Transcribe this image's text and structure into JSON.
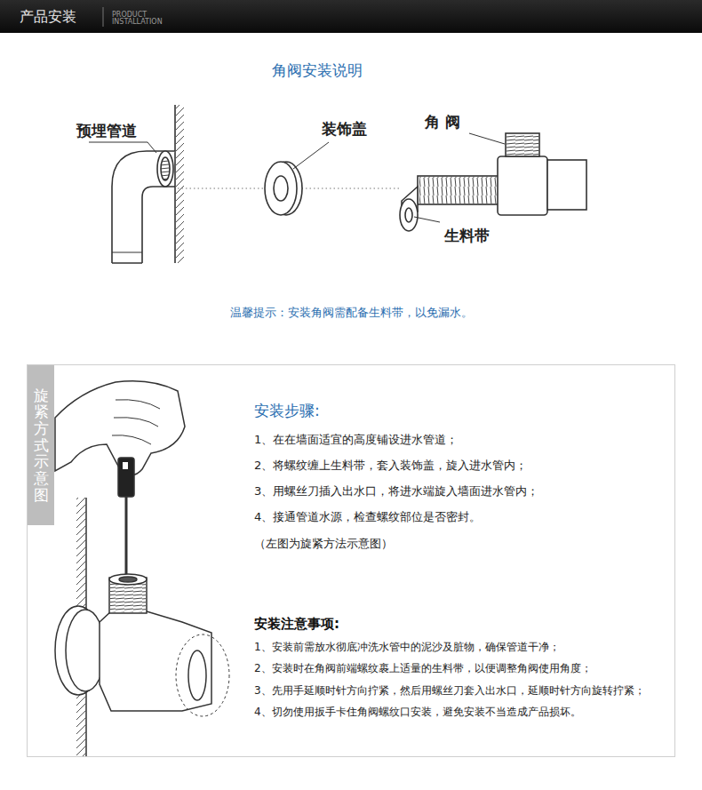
{
  "diagram": {
    "title": "角阀安装说明",
    "nodes": [
      {
        "text": [
          "产品安装",
          "PRODUCT INSTALLATION"
        ]
      },
      {
        "text": [
          "安装步骤:",
          "1、在在墙面适宜的高度铺设进水管道；",
          "2、将螺纹缠上生料带，套入装饰盖，旋入进水管内；",
          "3、用螺丝刀插入出水口，将进水端旋入墙面进水管内；",
          "4、接通管道水源，检查螺纹部位是否密封。",
          "（左图为旋紧方法示意图）",
          "安装注意事项:",
          "1、安装前需放水彻底冲洗水管中的泥沙及脏物，确保管道干净；",
          "2、安装时在角阀前端螺纹裹上适量的生料带，以便调整角阀使用角度；",
          "3、先用手延顺时针方向拧紧，然后用螺丝刀套入出水口，延顺时针方向旋转拧紧；",
          "4、切勿使用扳手卡住角阀螺纹口安装，避免安装不当造成产品损坏。"
        ]
      },
      {
        "text": [
          "旋紧方式示意图"
        ],
        "in": 1
      }
    ],
    "labels": [
      "预埋管道",
      "装饰盖",
      "角 阀",
      "生料带",
      "温馨提示：安装角阀需配备生料带，以免漏水。"
    ]
  }
}
